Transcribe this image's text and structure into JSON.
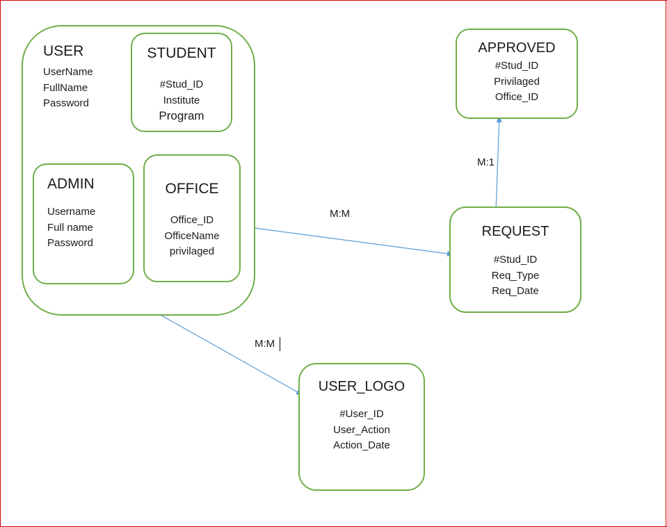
{
  "colors": {
    "entity_border": "#70ad47",
    "connector": "#5b9bd5",
    "frame": "#d00000"
  },
  "entities": {
    "user": {
      "title": "USER",
      "attrs": [
        "UserName",
        "FullName",
        "Password"
      ]
    },
    "student": {
      "title": "STUDENT",
      "attrs": [
        "#Stud_ID",
        "Institute",
        "Program"
      ]
    },
    "admin": {
      "title": "ADMIN",
      "attrs": [
        "Username",
        "Full name",
        "Password"
      ]
    },
    "office": {
      "title": "OFFICE",
      "attrs": [
        "Office_ID",
        "OfficeName",
        "privilaged"
      ]
    },
    "approved": {
      "title": "APPROVED",
      "attrs": [
        "#Stud_ID",
        "Privilaged",
        "Office_ID"
      ]
    },
    "request": {
      "title": "REQUEST",
      "attrs": [
        "#Stud_ID",
        "Req_Type",
        "Req_Date"
      ]
    },
    "user_logo": {
      "title": "USER_LOGO",
      "attrs": [
        "#User_ID",
        "User_Action",
        "Action_Date"
      ]
    }
  },
  "relationships": {
    "user_request": {
      "label": "M:M",
      "from": "USER",
      "to": "REQUEST"
    },
    "request_approved": {
      "label": "M:1",
      "from": "REQUEST",
      "to": "APPROVED"
    },
    "user_userlogo": {
      "label": "M:M",
      "from": "USER",
      "to": "USER_LOGO"
    }
  }
}
